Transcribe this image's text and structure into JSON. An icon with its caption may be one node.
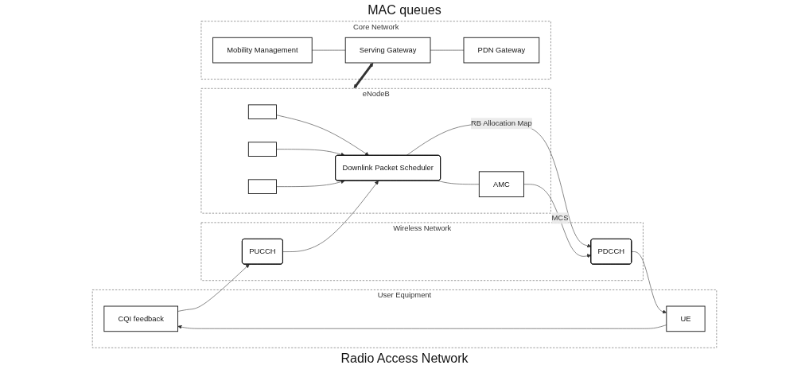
{
  "diagram": {
    "nodes": [
      {
        "text": [
          "User Equipment"
        ]
      },
      {
        "text": [
          "CQI feedback"
        ],
        "in": 0
      },
      {
        "text": [
          "UE"
        ],
        "in": 0
      },
      {
        "text": [
          "Wireless Network"
        ]
      },
      {
        "text": [
          "PUCCH"
        ],
        "in": 3
      },
      {
        "text": [
          "PDCCH"
        ],
        "in": 3
      },
      {
        "text": [
          "eNodeB"
        ]
      },
      {
        "text": [],
        "shape": "box",
        "in": 6
      },
      {
        "text": [],
        "shape": "box",
        "in": 6
      },
      {
        "text": [],
        "shape": "box",
        "in": 6
      },
      {
        "text": [
          "Downlink Packet Scheduler"
        ],
        "in": 6
      },
      {
        "text": [
          "AMC"
        ],
        "in": 6
      },
      {
        "text": [
          "Core Network"
        ]
      },
      {
        "text": [
          "Mobility Management"
        ],
        "in": 12
      },
      {
        "text": [
          "Serving Gateway"
        ],
        "in": 12
      },
      {
        "text": [
          "PDN Gateway"
        ],
        "in": 12
      }
    ],
    "edges": [
      {
        "from": 2,
        "to": 1,
        "arrow": "to"
      },
      {
        "from": 1,
        "to": 4,
        "arrow": "to"
      },
      {
        "from": 4,
        "to": 10,
        "arrow": "to"
      },
      {
        "from": 7,
        "to": 10,
        "arrow": "to"
      },
      {
        "from": 8,
        "to": 10,
        "arrow": "to"
      },
      {
        "from": 9,
        "to": 10,
        "arrow": "to"
      },
      {
        "from": 10,
        "to": 11,
        "arrow": "none"
      },
      {
        "from": 10,
        "to": 5,
        "arrow": "to",
        "label": "RB Allocation Map"
      },
      {
        "from": 11,
        "to": 5,
        "arrow": "to",
        "label": "MCS"
      },
      {
        "from": 5,
        "to": 2,
        "arrow": "to"
      },
      {
        "from": 6,
        "to": 14,
        "arrow": "both",
        "style": "thick"
      },
      {
        "from": 13,
        "to": 14,
        "arrow": "none"
      },
      {
        "from": 14,
        "to": 15,
        "arrow": "none"
      }
    ],
    "labels": [
      "MAC queues",
      "Radio Access Network"
    ]
  }
}
